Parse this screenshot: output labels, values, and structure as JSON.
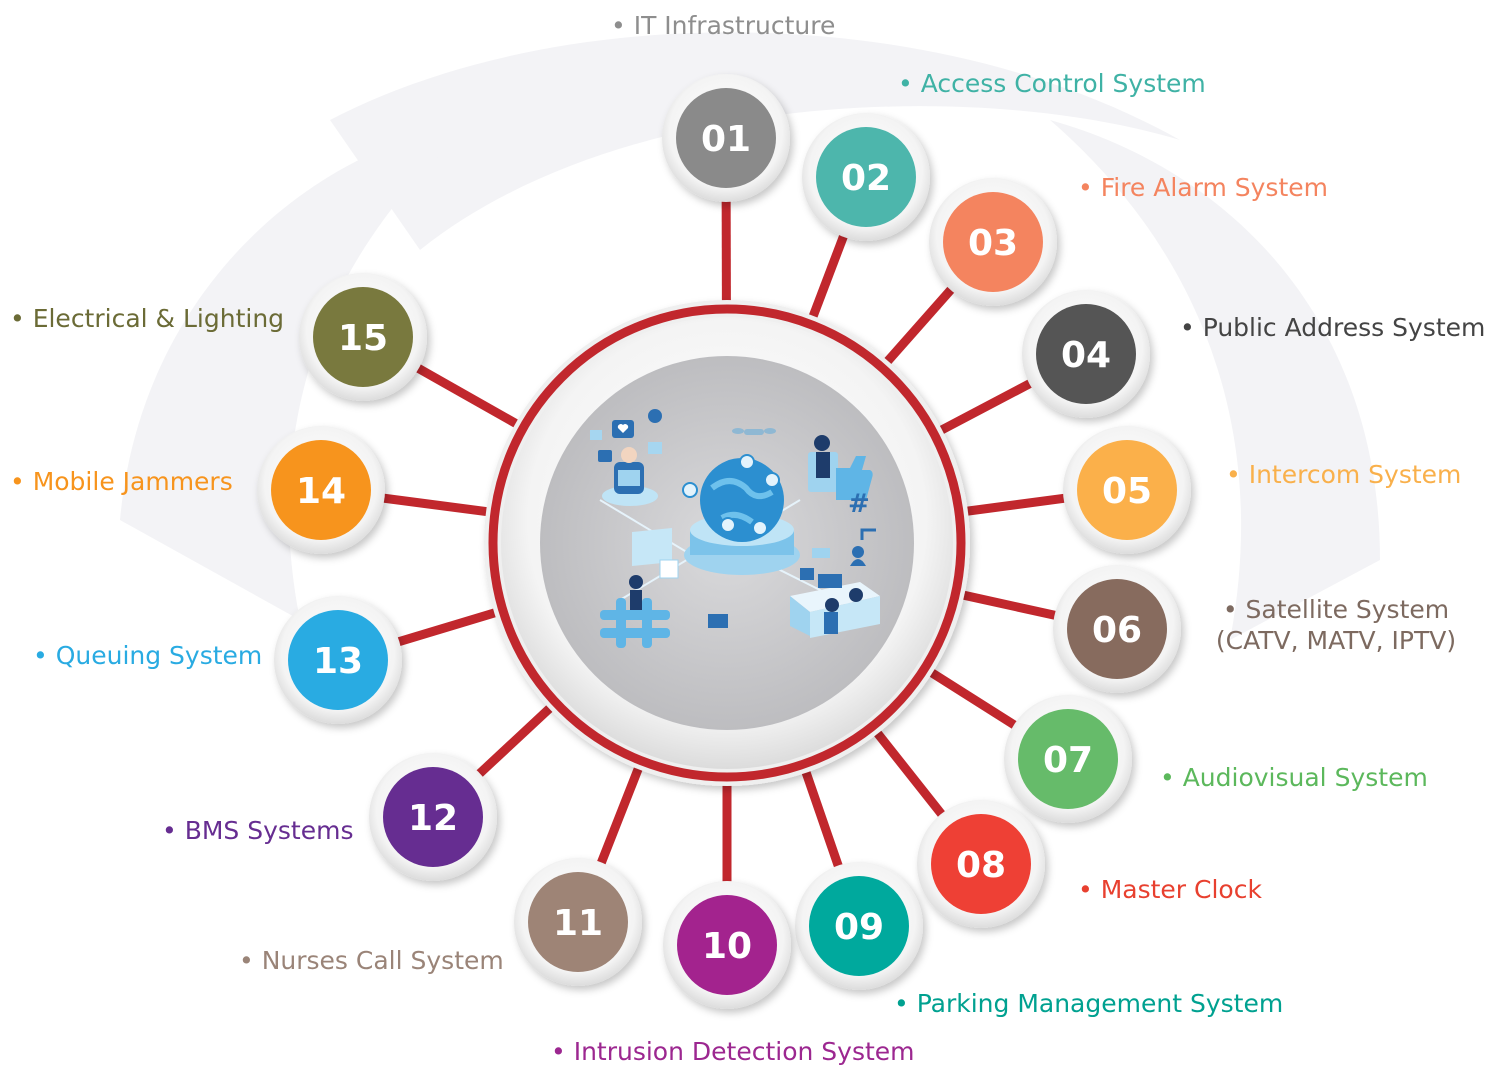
{
  "colors": {
    "spoke": "#c1272d",
    "hub_ring": "#c1272d",
    "hub_inner": "#c9c9cb",
    "watermark": "#f0f0f3"
  },
  "hub": {
    "icon": "digital-network-illustration-icon"
  },
  "items": [
    {
      "number": "01",
      "label": "• IT Infrastructure",
      "color": "#8a8a8a",
      "text_color": "#8e8e8e"
    },
    {
      "number": "02",
      "label": "• Access Control System",
      "color": "#4db6ac",
      "text_color": "#3fb2a5"
    },
    {
      "number": "03",
      "label": "• Fire Alarm System",
      "color": "#f4845f",
      "text_color": "#f4845f"
    },
    {
      "number": "04",
      "label": "• Public Address System",
      "color": "#555555",
      "text_color": "#444444"
    },
    {
      "number": "05",
      "label": "• Intercom System",
      "color": "#fbb04a",
      "text_color": "#f9b04b"
    },
    {
      "number": "06",
      "label": "• Satellite System (CATV, MATV, IPTV)",
      "color": "#876b5e",
      "text_color": "#7d6a60"
    },
    {
      "number": "07",
      "label": "• Audiovisual System",
      "color": "#66bb6a",
      "text_color": "#5cb85c"
    },
    {
      "number": "08",
      "label": "• Master Clock",
      "color": "#ee4035",
      "text_color": "#e8402f"
    },
    {
      "number": "09",
      "label": "• Parking Management System",
      "color": "#00a99d",
      "text_color": "#00a190"
    },
    {
      "number": "10",
      "label": "• Intrusion Detection System",
      "color": "#a3238e",
      "text_color": "#9c2790"
    },
    {
      "number": "11",
      "label": "• Nurses Call System",
      "color": "#9e8476",
      "text_color": "#9a8478"
    },
    {
      "number": "12",
      "label": "• BMS Systems",
      "color": "#662d91",
      "text_color": "#662d91"
    },
    {
      "number": "13",
      "label": "• Queuing System",
      "color": "#29abe2",
      "text_color": "#29abe2"
    },
    {
      "number": "14",
      "label": "• Mobile Jammers",
      "color": "#f7941d",
      "text_color": "#f7941d"
    },
    {
      "number": "15",
      "label": "• Electrical & Lighting",
      "color": "#79793e",
      "text_color": "#6b6b36"
    }
  ]
}
